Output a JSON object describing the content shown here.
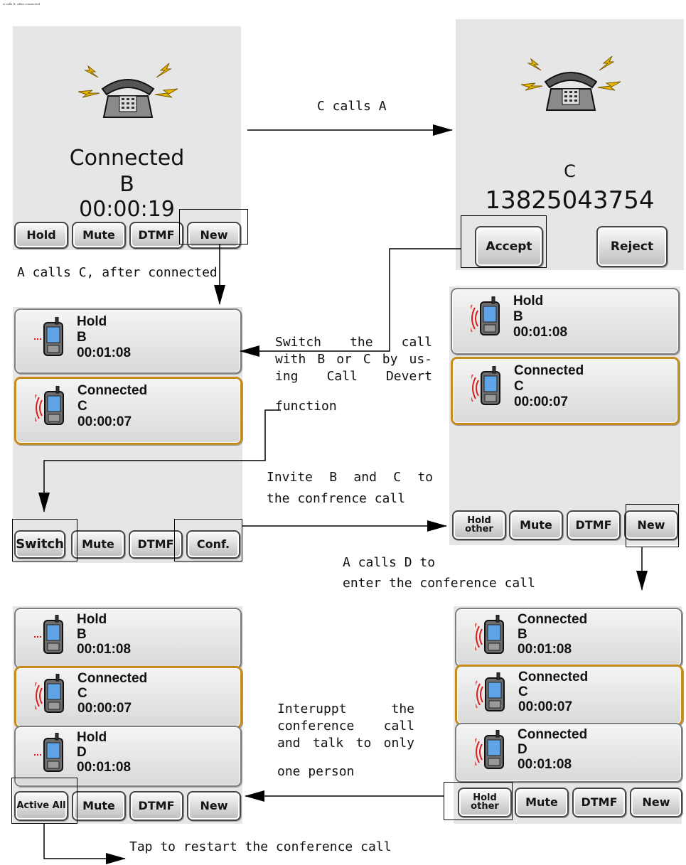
{
  "caption_small": "A calls B, after connected",
  "screen1": {
    "status": "Connected",
    "name": "B",
    "time": "00:00:19",
    "buttons": [
      "Hold",
      "Mute",
      "DTMF",
      "New"
    ]
  },
  "screen2": {
    "name": "C",
    "number": "13825043754",
    "buttons": [
      "Accept",
      "Reject"
    ]
  },
  "screen3": {
    "calls": [
      {
        "status": "Hold",
        "name": "B",
        "time": "00:01:08"
      },
      {
        "status": "Connected",
        "name": "C",
        "time": "00:00:07"
      }
    ],
    "buttons": [
      "Switch",
      "Mute",
      "DTMF",
      "Conf."
    ]
  },
  "screen4": {
    "calls": [
      {
        "status": "Hold",
        "name": "B",
        "time": "00:01:08"
      },
      {
        "status": "Connected",
        "name": "C",
        "time": "00:00:07"
      }
    ],
    "buttons": [
      "Hold other",
      "Mute",
      "DTMF",
      "New"
    ]
  },
  "screen5": {
    "calls": [
      {
        "status": "Hold",
        "name": "B",
        "time": "00:01:08"
      },
      {
        "status": "Connected",
        "name": "C",
        "time": "00:00:07"
      },
      {
        "status": "Hold",
        "name": "D",
        "time": "00:01:08"
      }
    ],
    "buttons": [
      "Active All",
      "Mute",
      "DTMF",
      "New"
    ]
  },
  "screen6": {
    "calls": [
      {
        "status": "Connected",
        "name": "B",
        "time": "00:01:08"
      },
      {
        "status": "Connected",
        "name": "C",
        "time": "00:00:07"
      },
      {
        "status": "Connected",
        "name": "D",
        "time": "00:01:08"
      }
    ],
    "buttons": [
      "Hold other",
      "Mute",
      "DTMF",
      "New"
    ]
  },
  "notes": {
    "c_calls_a": "C calls A",
    "a_calls_c": "A calls C, after connected",
    "switch_1": "Switch the call",
    "switch_2": "with B or C by us-",
    "switch_3": "ing Call Devert",
    "switch_4": "function",
    "invite_1": "Invite B and C to",
    "invite_2": "the confrence call",
    "calls_d_1": "A calls D to",
    "calls_d_2": "enter the conference call",
    "interrupt_1": "Interuppt the",
    "interrupt_2": "conference call",
    "interrupt_3": "and talk to only",
    "interrupt_4": "one person",
    "restart": "Tap to restart the conference call"
  },
  "icons": {
    "ringing_phone": "ringing-desk-phone-icon",
    "mobile_active": "mobile-phone-active-icon",
    "mobile_hold": "mobile-phone-hold-icon"
  },
  "colors": {
    "screen_bg": "#e6e6e6",
    "active_border": "#c78a1c",
    "hold_dots": "#e01010",
    "signal_waves": "#d81e1e"
  }
}
